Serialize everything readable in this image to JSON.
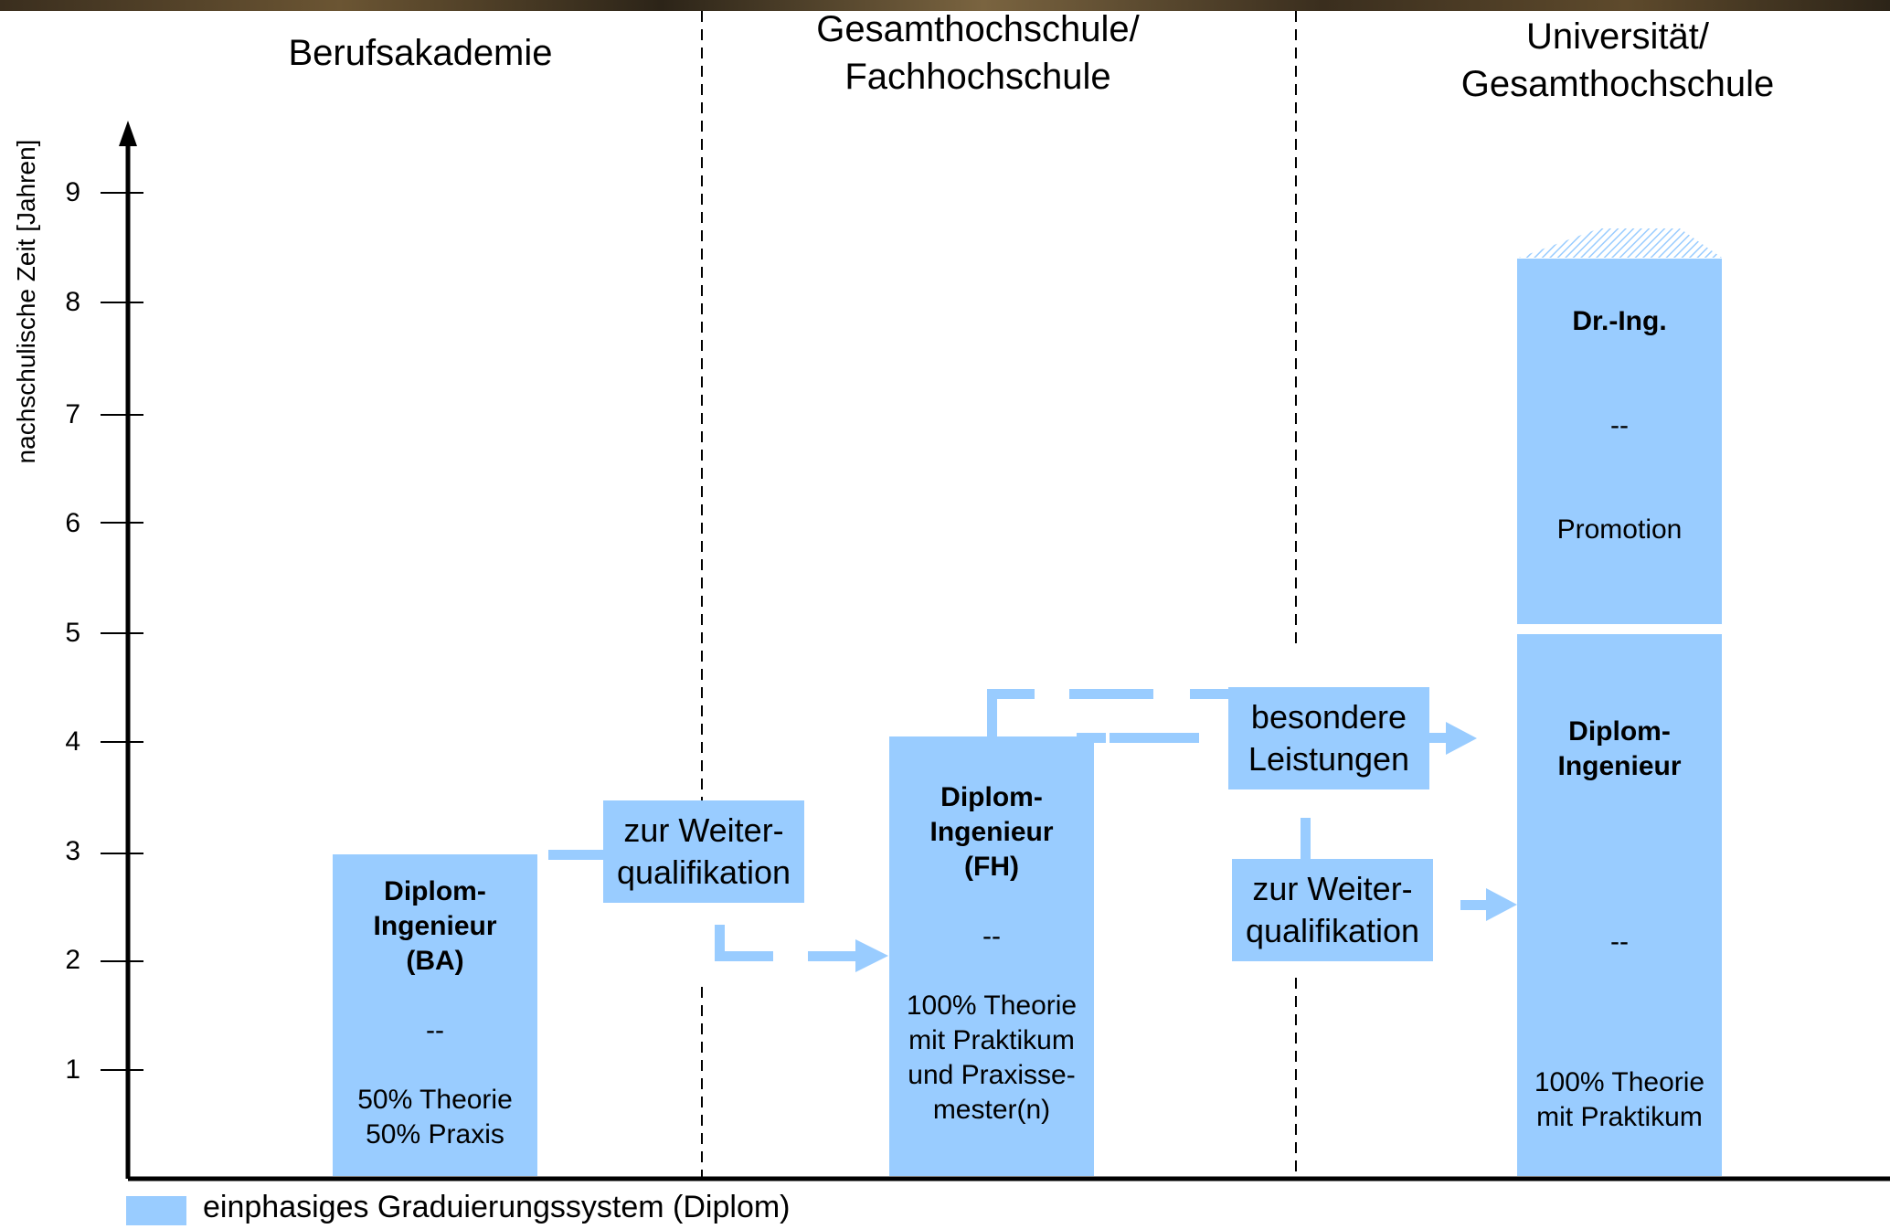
{
  "headers": {
    "ba": "Berufsakademie",
    "fh_line1": "Gesamthochschule/",
    "fh_line2": "Fachhochschule",
    "uni_line1": "Universität/",
    "uni_line2": "Gesamthochschule"
  },
  "y_axis": {
    "label": "nachschulische Zeit [Jahren]",
    "ticks": [
      "1",
      "2",
      "3",
      "4",
      "5",
      "6",
      "7",
      "8",
      "9"
    ]
  },
  "boxes": {
    "ba": {
      "title1": "Diplom-",
      "title2": "Ingenieur",
      "title3": "(BA)",
      "dash": "--",
      "line1": "50% Theorie",
      "line2": "50% Praxis",
      "years": 3
    },
    "fh": {
      "title1": "Diplom-",
      "title2": "Ingenieur",
      "title3": "(FH)",
      "dash": "--",
      "line1": "100% Theorie",
      "line2": "mit Praktikum",
      "line3": "und Praxisse-",
      "line4": "mester(n)",
      "years": 4
    },
    "uni": {
      "title1": "Diplom-",
      "title2": "Ingenieur",
      "dash": "--",
      "line1": "100% Theorie",
      "line2": "mit Praktikum",
      "years": 5
    },
    "dr": {
      "title": "Dr.-Ing.",
      "dash": "--",
      "line1": "Promotion"
    }
  },
  "labels": {
    "weiter1_l1": "zur Weiter-",
    "weiter1_l2": "qualifikation",
    "besondere_l1": "besondere",
    "besondere_l2": "Leistungen",
    "weiter2_l1": "zur Weiter-",
    "weiter2_l2": "qualifikation"
  },
  "legend": {
    "text": "einphasiges Graduierungssystem (Diplom)",
    "color": "#99ccff"
  },
  "colors": {
    "box": "#99ccff",
    "arrow": "#99ccff"
  }
}
